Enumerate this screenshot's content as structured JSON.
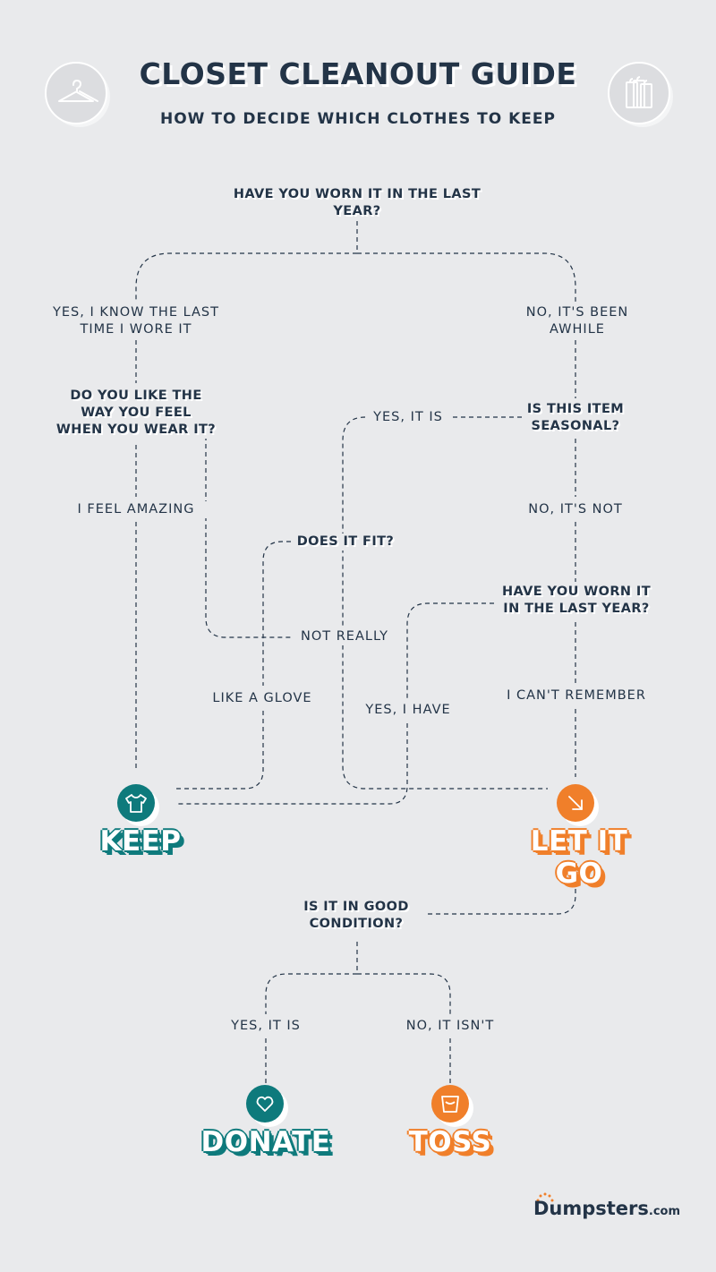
{
  "header": {
    "title": "CLOSET CLEANOUT GUIDE",
    "subtitle": "HOW TO DECIDE WHICH CLOTHES TO KEEP"
  },
  "flow": {
    "q1": "HAVE YOU WORN IT IN THE LAST YEAR?",
    "q1_yes": "YES, I KNOW THE LAST TIME I WORE IT",
    "q1_no": "NO, IT'S BEEN AWHILE",
    "q2": "DO YOU LIKE THE WAY YOU FEEL WHEN YOU WEAR IT?",
    "q2_yes": "I FEEL AMAZING",
    "q2_no": "NOT REALLY",
    "q3": "IS THIS ITEM SEASONAL?",
    "q3_yes": "YES, IT IS",
    "q3_no": "NO, IT'S NOT",
    "q4": "DOES IT FIT?",
    "q4_yes": "LIKE A GLOVE",
    "q5": "HAVE YOU WORN IT IN THE LAST YEAR?",
    "q5_yes": "YES, I HAVE",
    "q5_no": "I CAN'T REMEMBER",
    "q6": "IS IT IN GOOD CONDITION?",
    "q6_yes": "YES, IT IS",
    "q6_no": "NO, IT ISN'T"
  },
  "outcomes": {
    "keep": "KEEP",
    "let_go": "LET IT GO",
    "donate": "DONATE",
    "toss": "TOSS"
  },
  "icons": {
    "top_left": "hanger-icon",
    "top_right": "garment-rack-icon",
    "keep": "tshirt-icon",
    "let_go": "arrow-down-right-icon",
    "donate": "heart-icon",
    "toss": "trash-bin-icon"
  },
  "colors": {
    "background": "#e9eaec",
    "text": "#233447",
    "teal": "#0e7a7c",
    "orange": "#f07f2a"
  },
  "logo": {
    "name": "Dumpsters",
    "suffix": ".com"
  }
}
